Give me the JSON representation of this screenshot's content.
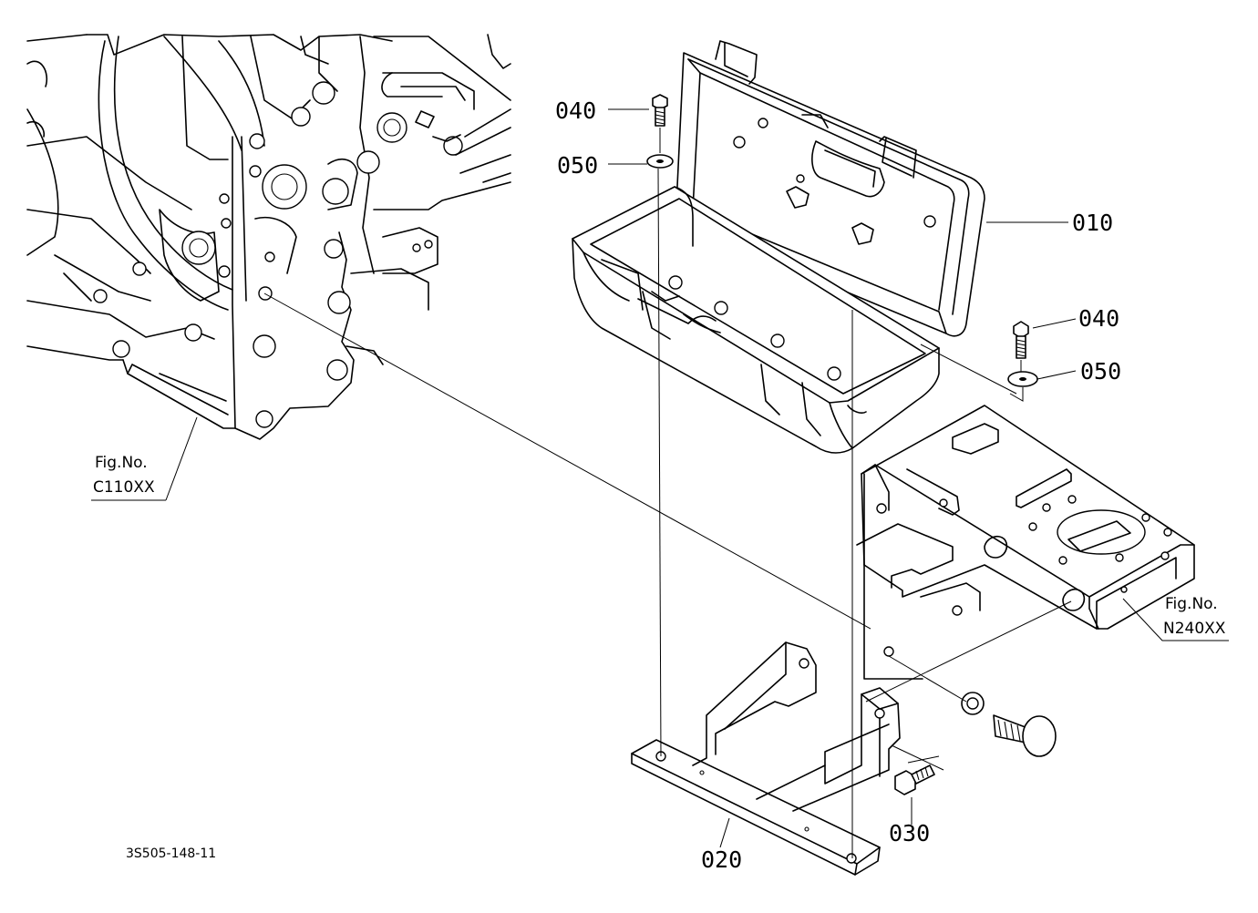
{
  "callouts": {
    "p010": "010",
    "p020": "020",
    "p030": "030",
    "p040a": "040",
    "p040b": "040",
    "p050a": "050",
    "p050b": "050"
  },
  "figure_refs": {
    "left": {
      "line1": "Fig.No.",
      "line2": "C110XX"
    },
    "right": {
      "line1": "Fig.No.",
      "line2": "N240XX"
    }
  },
  "drawing_number": "3S505-148-11"
}
